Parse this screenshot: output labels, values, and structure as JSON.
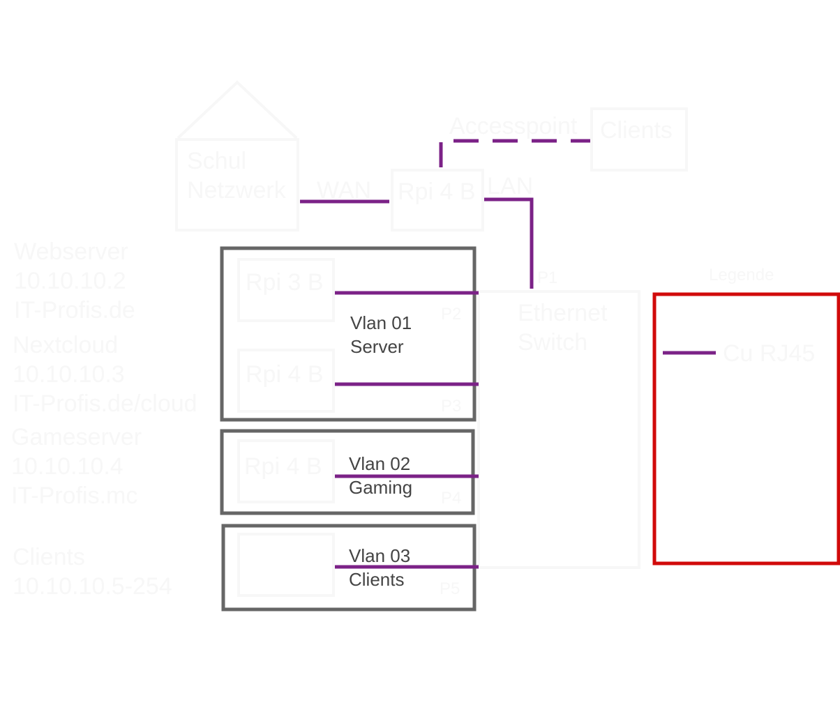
{
  "colors": {
    "cable": "#7b2287",
    "vlan_border": "#666666",
    "legend_border": "#d10a0a",
    "faded": "#f7f7f7",
    "vlan_text": "#444444"
  },
  "network": {
    "house_label_line1": "Schul",
    "house_label_line2": "Netzwerk",
    "wan_label": "WAN",
    "router_label": "Rpi 4 B",
    "lan_label": "LAN",
    "accesspoint_label": "Accesspoint",
    "wifi_clients_label": "Clients",
    "switch_label_line1": "Ethernet",
    "switch_label_line2": "Switch",
    "ports": [
      "P1",
      "P2",
      "P3",
      "P4",
      "P5"
    ]
  },
  "hosts": {
    "webserver": {
      "name": "Webserver",
      "ip": "10.10.10.2",
      "domain": "IT-Profis.de"
    },
    "nextcloud": {
      "name": "Nextcloud",
      "ip": "10.10.10.3",
      "domain": "IT-Profis.de/cloud"
    },
    "gameserver": {
      "name": "Gameserver",
      "ip": "10.10.10.4",
      "domain": "IT-Profis.mc"
    },
    "clients": {
      "name": "Clients",
      "ip": "10.10.10.5-254"
    }
  },
  "devices": {
    "server1": "Rpi 3 B",
    "server2": "Rpi 4 B",
    "gaming": "Rpi 4 B"
  },
  "vlans": [
    {
      "line1": "Vlan 01",
      "line2": "Server"
    },
    {
      "line1": "Vlan 02",
      "line2": "Gaming"
    },
    {
      "line1": "Vlan 03",
      "line2": "Clients"
    }
  ],
  "legend": {
    "title": "Legende",
    "cable_label": "Cu RJ45"
  }
}
